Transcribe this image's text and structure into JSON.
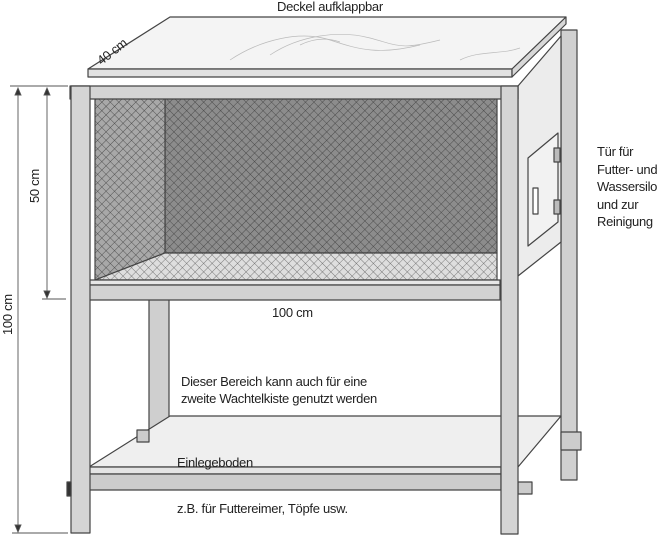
{
  "labels": {
    "lid": "Deckel aufklappbar",
    "depth": "40 cm",
    "box_height": "50 cm",
    "total_height": "100 cm",
    "width": "100 cm",
    "door": [
      "Tür für",
      "Futter- und",
      "Wassersilo",
      "und zur",
      "Reinigung"
    ],
    "area_note": [
      "Dieser Bereich kann auch für eine",
      "zweite Wachtelkiste genutzt werden"
    ],
    "shelf": "Einlegeboden",
    "shelf_note": "z.B. für Futtereimer, Töpfe usw."
  },
  "colors": {
    "frame": "#d4d4d4",
    "outline": "#444444",
    "mesh_back": "#8a8a8a",
    "mesh_floor": "#d8d8d8",
    "panel": "#eeeeee"
  }
}
